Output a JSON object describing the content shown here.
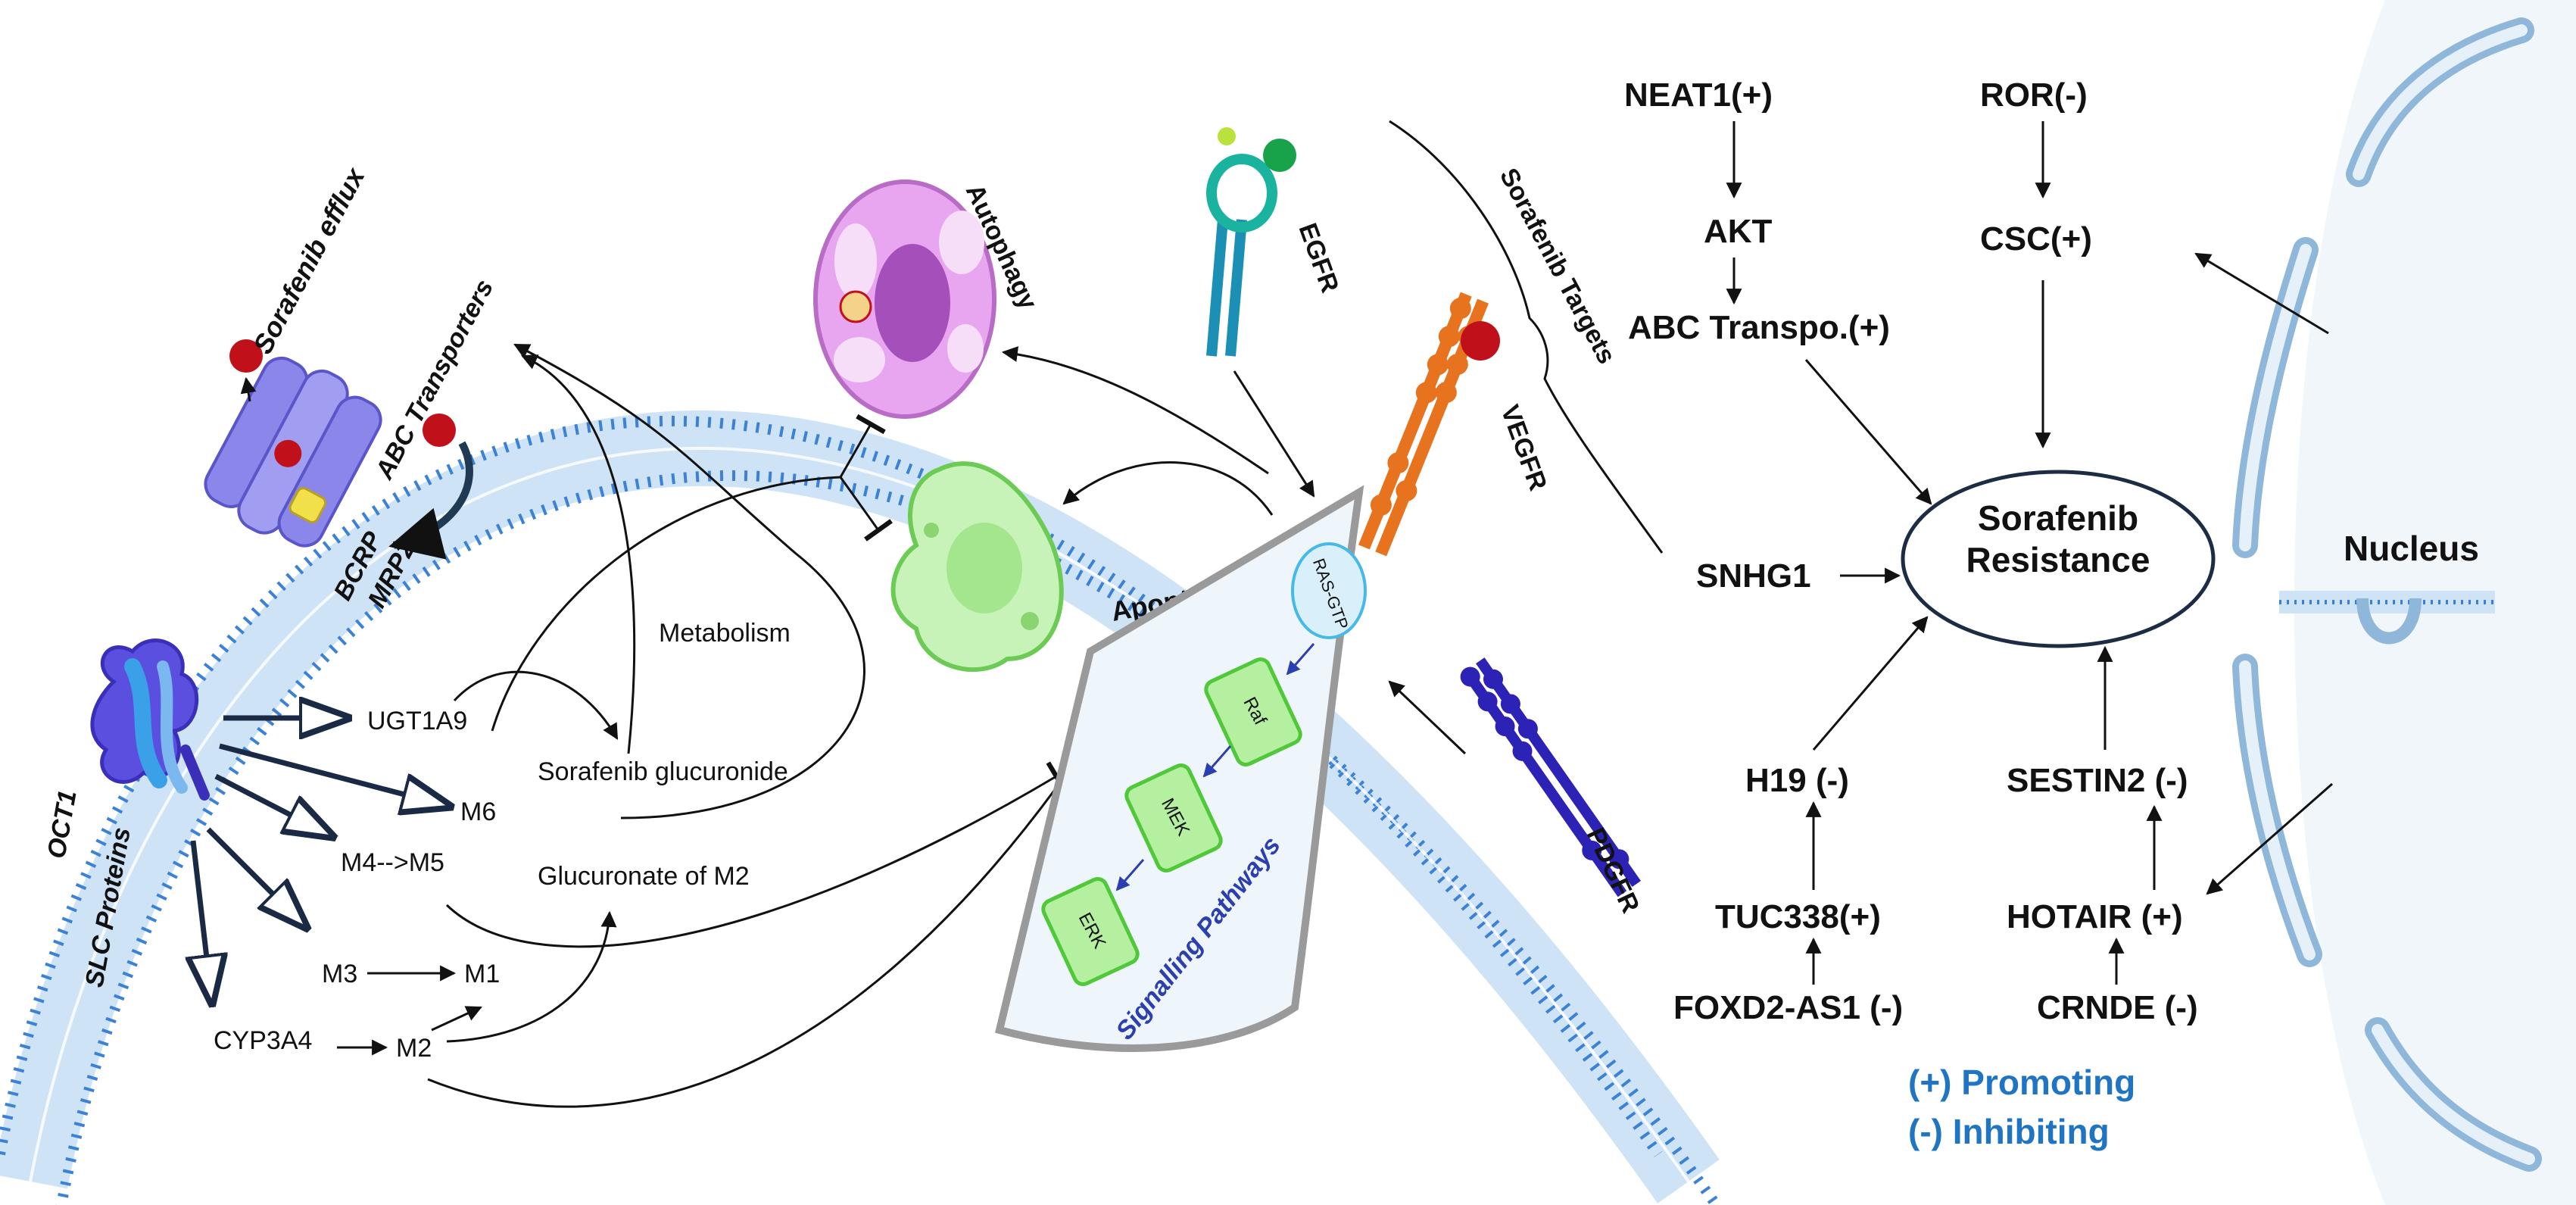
{
  "membrane": {
    "sorafenib_efflux": "Sorafenib efflux",
    "abc_transporters": "ABC Transporters",
    "bcrp": "BCRP",
    "mrp2": "MRP2",
    "oct1": "OCT1",
    "slc_proteins": "SLC Proteins",
    "egfr": "EGFR",
    "vegfr": "VEGFR",
    "pdgfr": "PDGFR",
    "sorafenib_targets": "Sorafenib Targets"
  },
  "metabolism": {
    "ugt1a9": "UGT1A9",
    "m6": "M6",
    "m4m5": "M4-->M5",
    "m3": "M3",
    "m1": "M1",
    "cyp3a4": "CYP3A4",
    "m2": "M2",
    "glucuronide": "Sorafenib glucuronide",
    "glucuronate_m2": "Glucuronate of M2",
    "metabolism_label": "Metabolism"
  },
  "cell": {
    "autophagy": "Autophagy",
    "apoptosis": "Apoptosis",
    "signalling": "Signalling Pathways",
    "ras_gtp": "RAS-GTP",
    "raf": "Raf",
    "mek": "MEK",
    "erk": "ERK"
  },
  "resistance": {
    "neat1": "NEAT1(+)",
    "ror": "ROR(-)",
    "akt": "AKT",
    "csc": "CSC(+)",
    "abc_transpo": "ABC Transpo.(+)",
    "center_line1": "Sorafenib",
    "center_line2": "Resistance",
    "snhg1": "SNHG1",
    "h19": "H19 (-)",
    "sestin2": "SESTIN2 (-)",
    "tuc338": "TUC338(+)",
    "hotair": "HOTAIR (+)",
    "foxd2": "FOXD2-AS1 (-)",
    "crnde": "CRNDE (-)",
    "nucleus": "Nucleus"
  },
  "legend": {
    "promoting": "(+) Promoting",
    "inhibiting": "(-) Inhibiting"
  },
  "colors": {
    "membrane": "#3b82d6",
    "membrane_fill": "#cfe3f7",
    "accent_blue": "#1f74c4",
    "autophagy": "#e9a6f0",
    "apoptosis": "#9fe28a",
    "signal_box": "#8fe27a"
  }
}
